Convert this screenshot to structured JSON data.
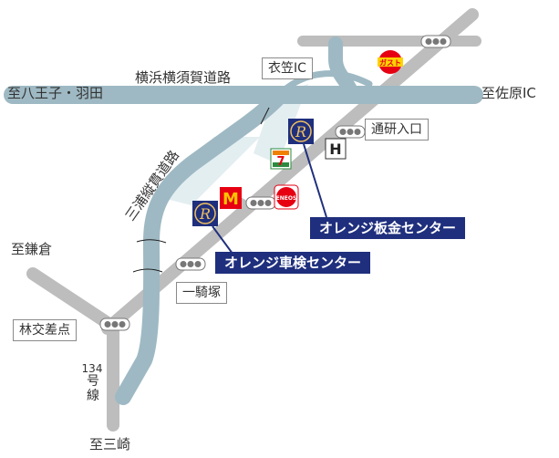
{
  "colors": {
    "road": "#9eb9c3",
    "gray_road": "#bdbdbd",
    "shop_label": "#1f2f7d",
    "signal": "#777777"
  },
  "roads": {
    "expressway_h": "横浜横須賀道路",
    "expressway_diag": "三浦縦貫道路",
    "route_number": "134",
    "route_suffix": "号線"
  },
  "places": {
    "west": "至八王子・羽田",
    "east": "至佐原IC",
    "kamakura": "至鎌倉",
    "misaki": "至三崎"
  },
  "intersections": {
    "kinugasa_ic": "衣笠IC",
    "tsuken": "通研入口",
    "ikkizuka": "一騎塚",
    "hayashi": "林交差点"
  },
  "shops": {
    "bankin": "オレンジ板金センター",
    "shaken": "オレンジ車検センター"
  },
  "logos": {
    "gusto": "ガスト",
    "eneos": "ENEOS",
    "seven": "7",
    "mcdonalds": "M",
    "honda": "H",
    "orange_mark": "R"
  }
}
